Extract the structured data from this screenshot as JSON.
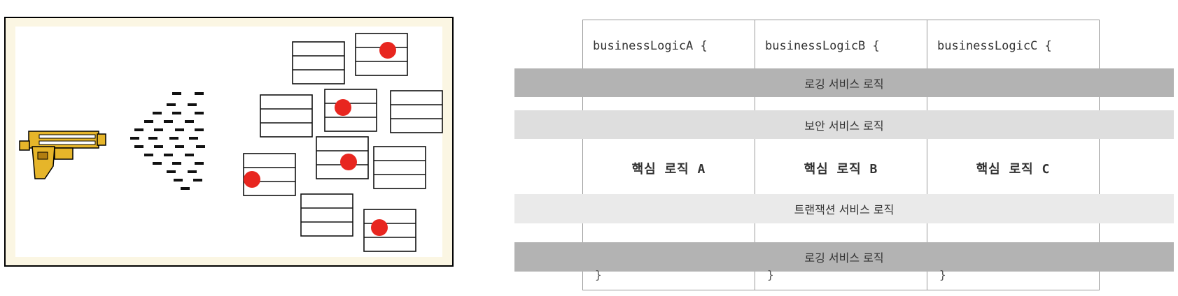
{
  "columns": [
    {
      "header": "businessLogicA {",
      "core": "핵심 로직 A",
      "footer": "}"
    },
    {
      "header": "businessLogicB {",
      "core": "핵심 로직 B",
      "footer": "}"
    },
    {
      "header": "businessLogicC {",
      "core": "핵심 로직 C",
      "footer": "}"
    }
  ],
  "bands": {
    "logging_top": "로깅 서비스 로직",
    "security": "보안 서비스 로직",
    "transaction": "트랜잭션 서비스 로직",
    "logging_bottom": "로깅 서비스 로직"
  },
  "colors": {
    "gun": "#e6b52a",
    "dot": "#e8261f",
    "frame_bg": "#fbf6e3",
    "band_dark": "#b3b3b3",
    "band_mid": "#dedede",
    "band_light": "#eaeaea"
  }
}
